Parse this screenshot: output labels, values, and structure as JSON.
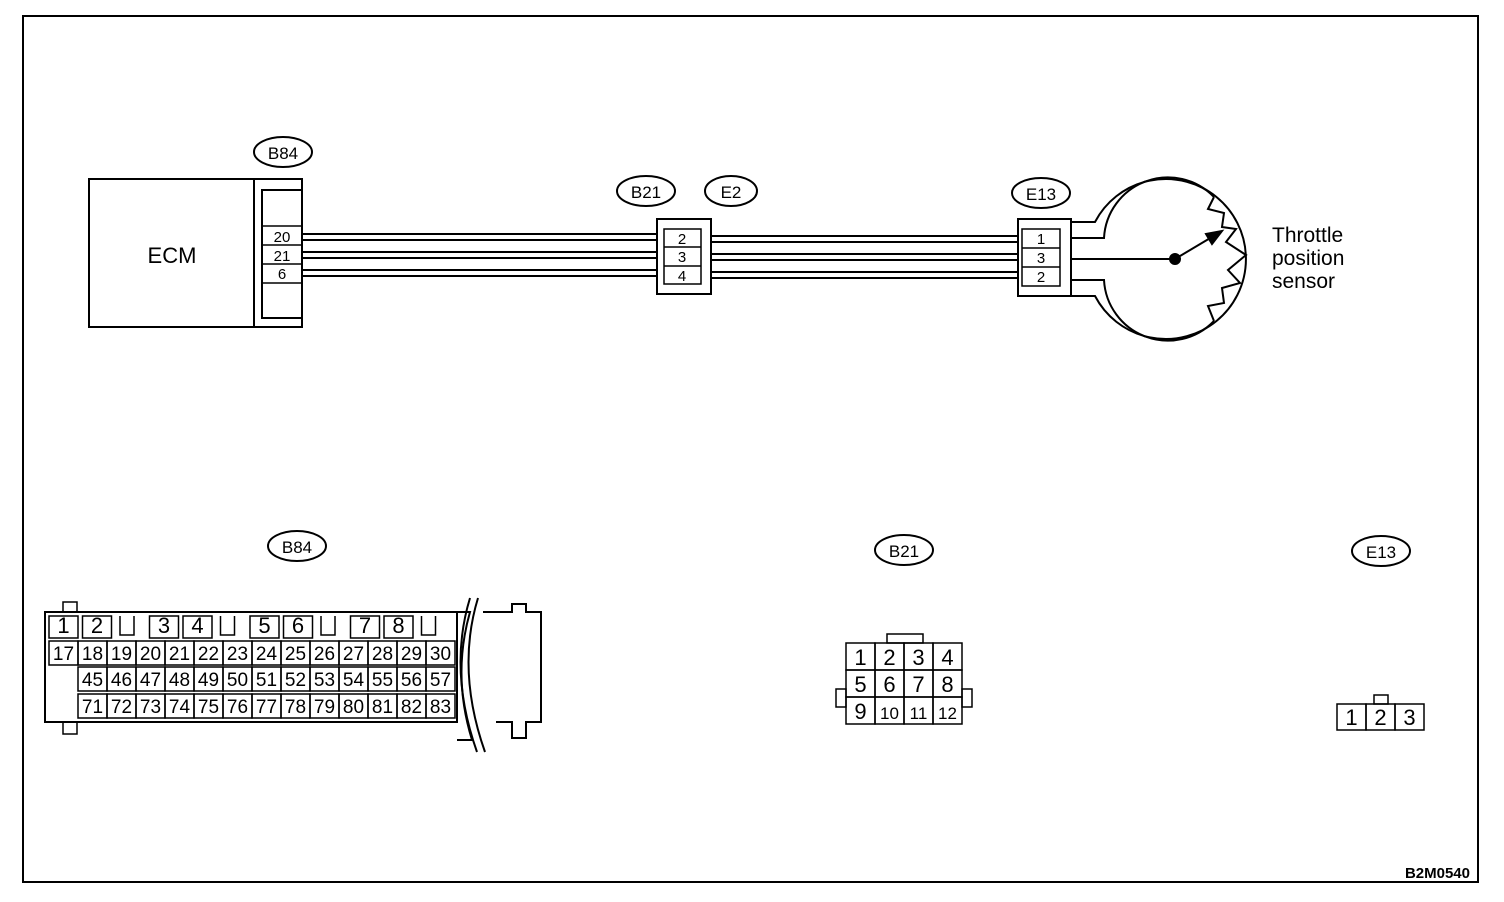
{
  "ecm": {
    "label": "ECM"
  },
  "connectors": {
    "b84": {
      "id": "B84",
      "pins": [
        "20",
        "21",
        "6"
      ]
    },
    "b21": {
      "id": "B21",
      "pins": [
        "2",
        "3",
        "4"
      ]
    },
    "e2": {
      "id": "E2"
    },
    "e13": {
      "id": "E13",
      "pins": [
        "1",
        "3",
        "2"
      ]
    }
  },
  "sensor": {
    "line1": "Throttle",
    "line2": "position",
    "line3": "sensor"
  },
  "faces": {
    "b84": {
      "id": "B84",
      "row1": [
        "1",
        "2",
        "",
        "3",
        "4",
        "",
        "5",
        "6",
        "",
        "7",
        "8",
        ""
      ],
      "row2": [
        "17",
        "18",
        "19",
        "20",
        "21",
        "22",
        "23",
        "24",
        "25",
        "26",
        "27",
        "28",
        "29",
        "30"
      ],
      "row3": [
        "",
        "45",
        "46",
        "47",
        "48",
        "49",
        "50",
        "51",
        "52",
        "53",
        "54",
        "55",
        "56",
        "57"
      ],
      "row4": [
        "",
        "71",
        "72",
        "73",
        "74",
        "75",
        "76",
        "77",
        "78",
        "79",
        "80",
        "81",
        "82",
        "83"
      ]
    },
    "b21": {
      "id": "B21",
      "rows": [
        [
          "1",
          "2",
          "3",
          "4"
        ],
        [
          "5",
          "6",
          "7",
          "8"
        ],
        [
          "9",
          "10",
          "11",
          "12"
        ]
      ]
    },
    "e13": {
      "id": "E13",
      "pins": [
        "1",
        "2",
        "3"
      ]
    }
  },
  "figure_code": "B2M0540"
}
